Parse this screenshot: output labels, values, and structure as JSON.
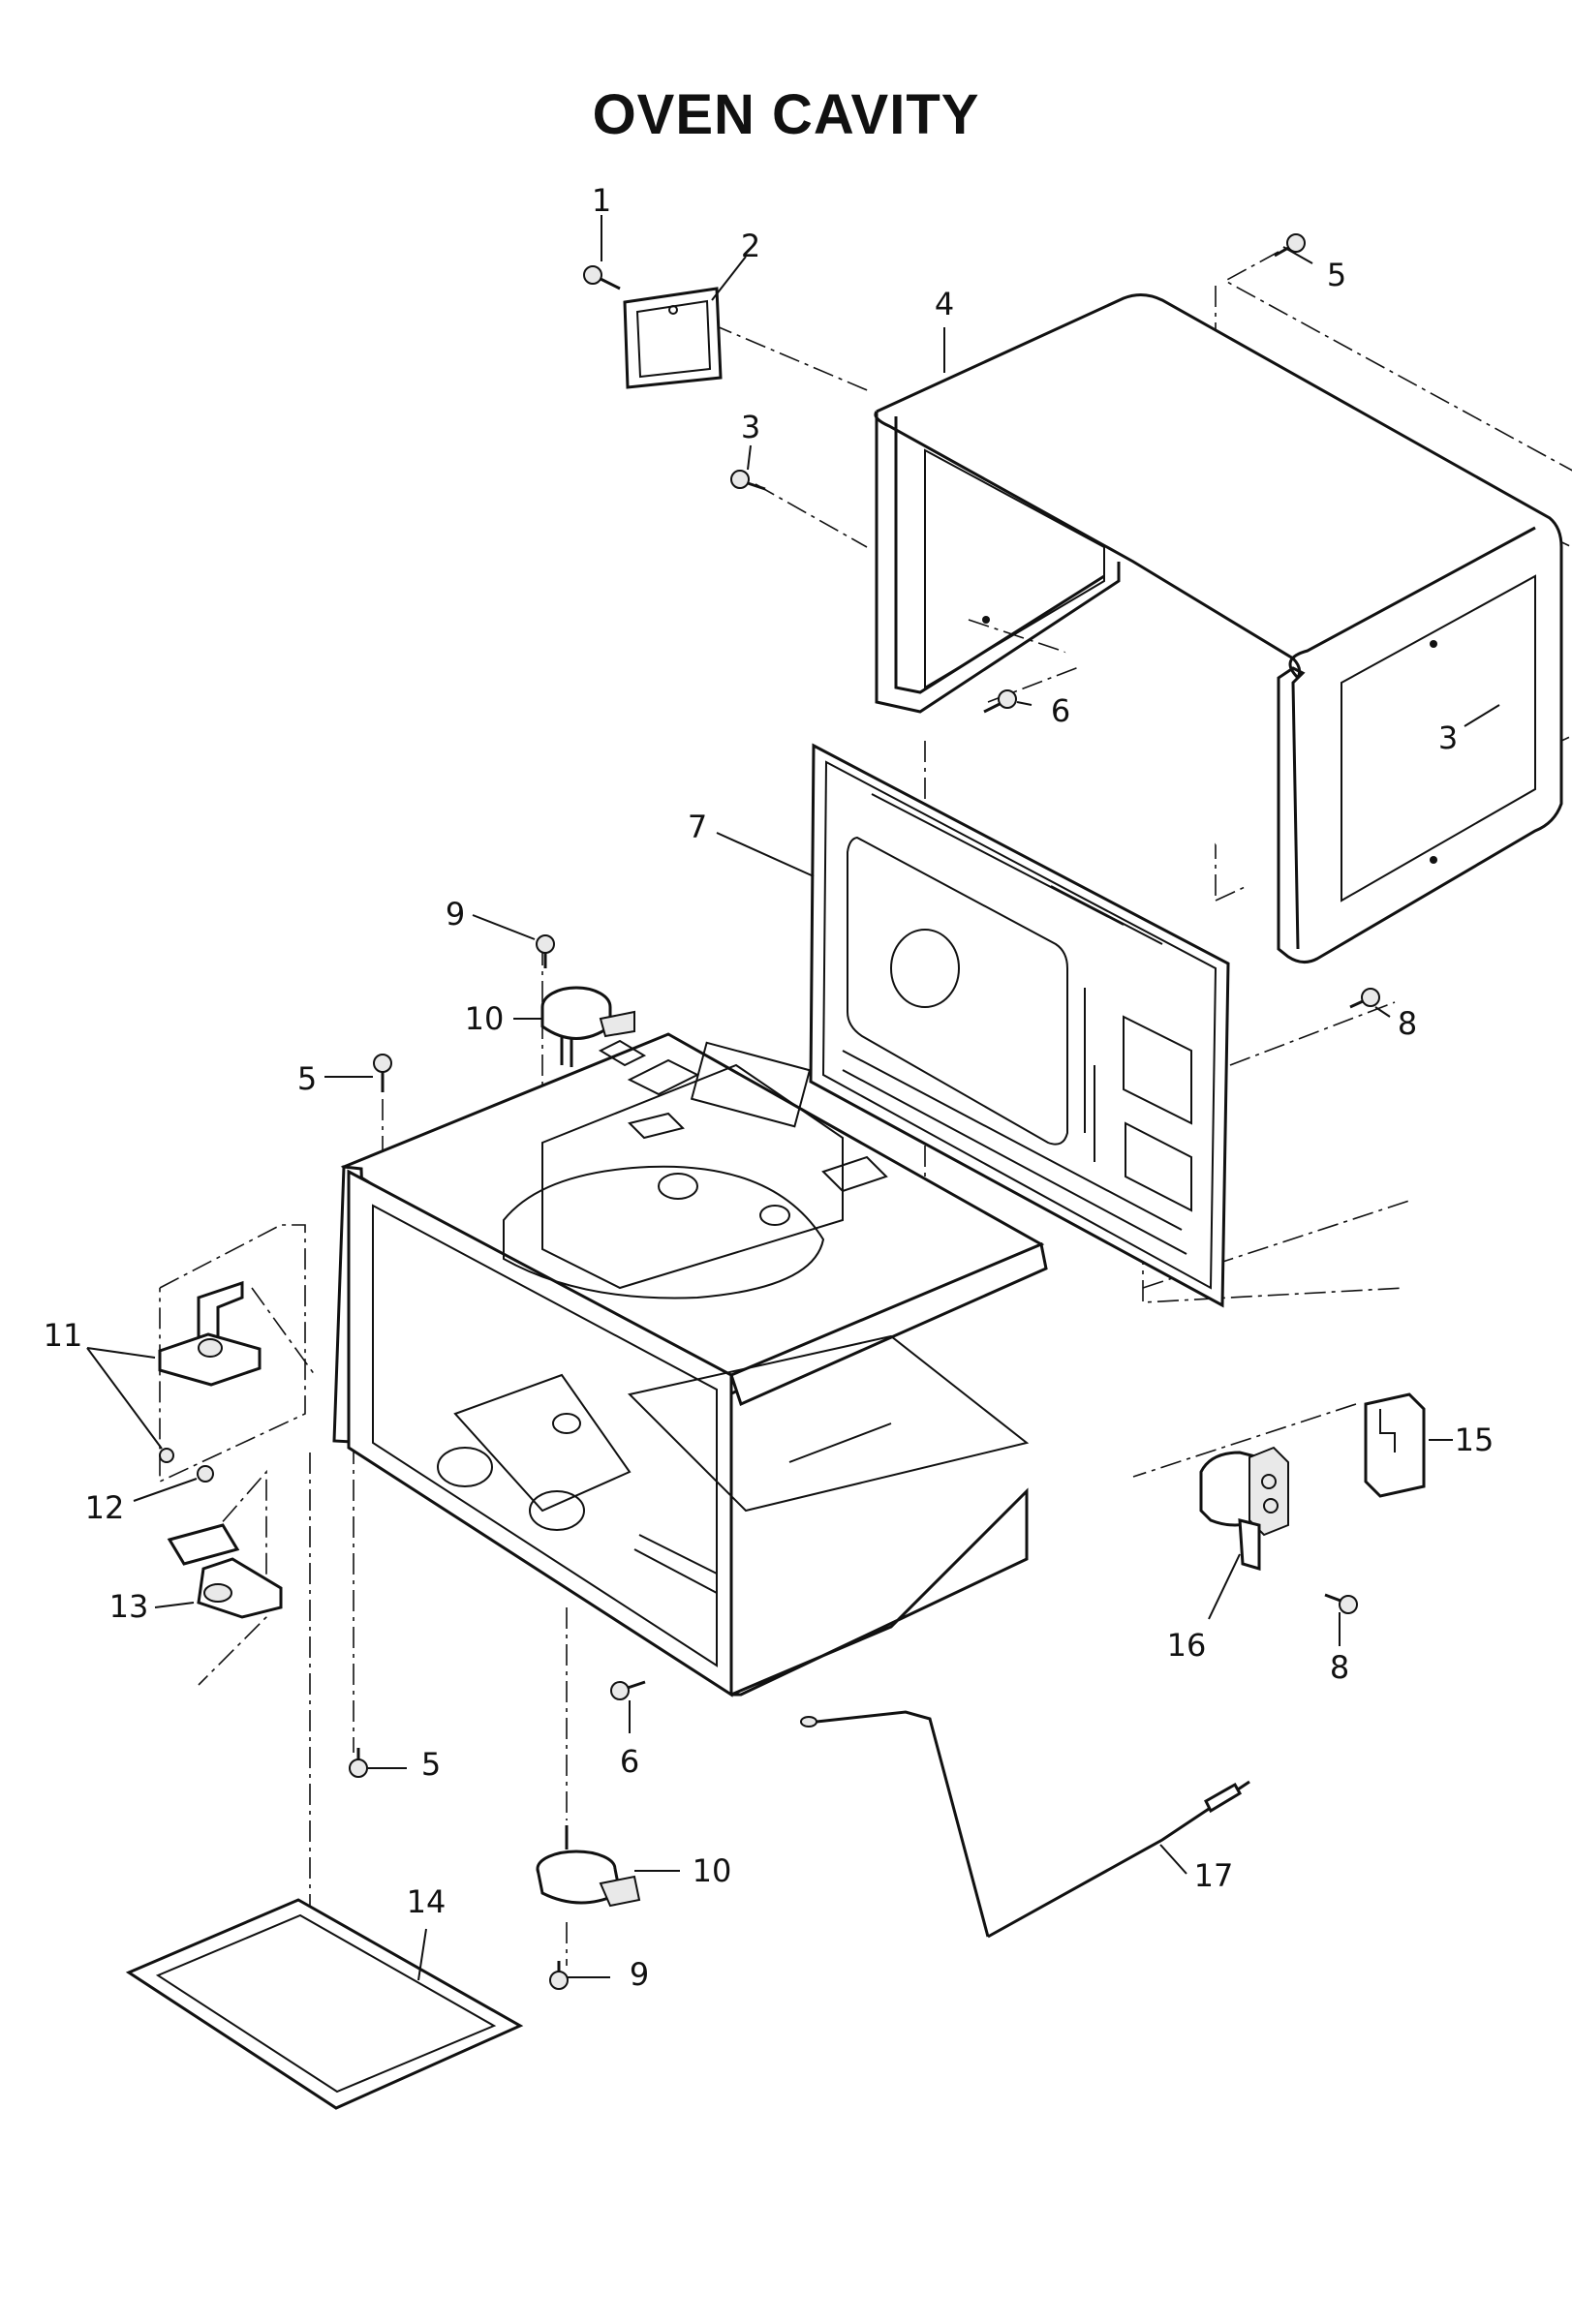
{
  "title": "OVEN CAVITY",
  "callouts": [
    "1",
    "2",
    "3",
    "3",
    "4",
    "5",
    "5",
    "5",
    "6",
    "6",
    "7",
    "8",
    "8",
    "9",
    "9",
    "10",
    "10",
    "11",
    "12",
    "13",
    "14",
    "15",
    "16",
    "17"
  ]
}
